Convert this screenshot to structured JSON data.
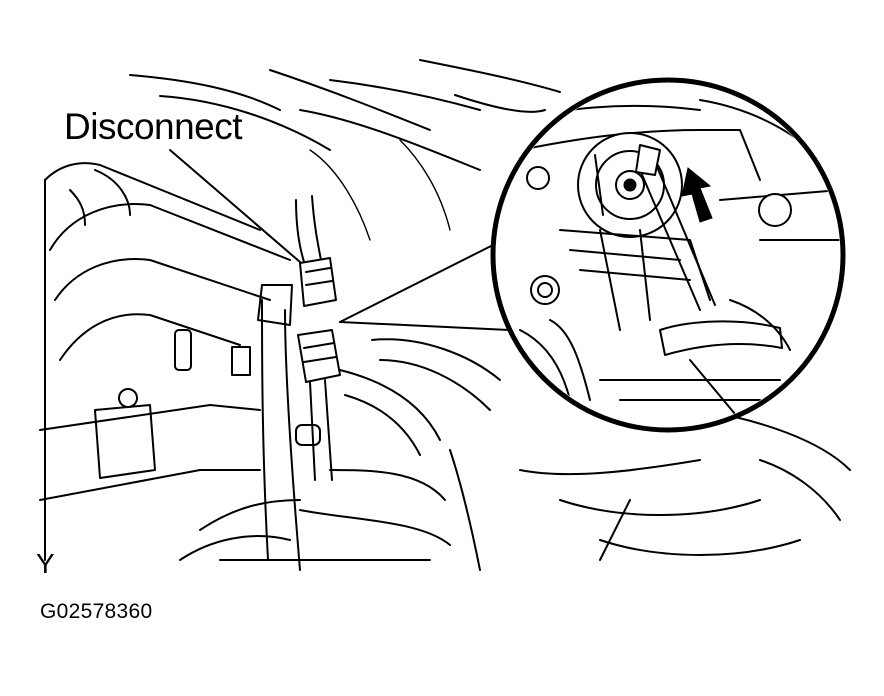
{
  "labels": {
    "callout": "Disconnect",
    "view_marker": "Y",
    "figure_id": "G02578360"
  },
  "colors": {
    "ink": "#000000",
    "paper": "#ffffff"
  },
  "icons": {
    "direction": "arrow-up-icon"
  }
}
